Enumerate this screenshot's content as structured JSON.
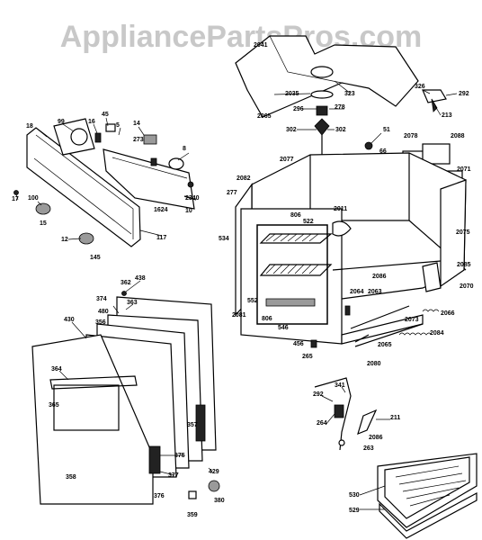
{
  "watermark": "AppliancePartsPros.com",
  "labels": {
    "l2041": "2041",
    "l2065": "2065",
    "l323": "323",
    "l2035": "2035",
    "l278": "278",
    "l296": "296",
    "l302a": "302",
    "l302b": "302",
    "l326": "326",
    "l292a": "292",
    "l213": "213",
    "l51": "51",
    "l66": "66",
    "l2078": "2078",
    "l2088": "2088",
    "l2071": "2071",
    "l2077": "2077",
    "l2082": "2082",
    "l277": "277",
    "l534": "534",
    "l2075": "2075",
    "l2011": "2011",
    "l806a": "806",
    "l522": "522",
    "l2086": "2086",
    "l2085": "2085",
    "l2070": "2070",
    "l2081": "2081",
    "l552": "552",
    "l806b": "806",
    "l546": "546",
    "l2064": "2064",
    "l2063": "2063",
    "l2073": "2073",
    "l2084": "2084",
    "l456": "456",
    "l265": "265",
    "l2080": "2080",
    "l2065b": "2065",
    "l2066": "2066",
    "l18": "18",
    "l99": "99",
    "l16": "16",
    "l45": "45",
    "l5": "5",
    "l14": "14",
    "l273": "273",
    "l8": "8",
    "l17": "17",
    "l100": "100",
    "l15": "15",
    "l12": "12",
    "l145": "145",
    "l117": "117",
    "l2340": "2340",
    "l1624": "1624",
    "l10": "10",
    "l438": "438",
    "l362": "362",
    "l374": "374",
    "l363": "363",
    "l430": "430",
    "l480": "480",
    "l356": "356",
    "l364": "364",
    "l365": "365",
    "l358": "358",
    "l375": "375",
    "l377": "377",
    "l376": "376",
    "l357": "357",
    "l429": "429",
    "l359": "359",
    "l380": "380",
    "l341": "341",
    "l292b": "292",
    "l264": "264",
    "l211": "211",
    "l2086b": "2086",
    "l263": "263",
    "l530": "530",
    "l529": "529"
  }
}
